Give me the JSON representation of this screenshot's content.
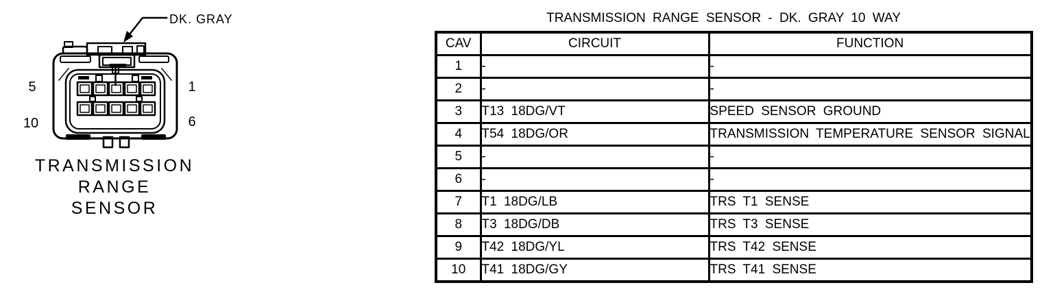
{
  "connector": {
    "color_label": "DK. GRAY",
    "pin_labels": {
      "top_left": "5",
      "top_right": "1",
      "bottom_left": "10",
      "bottom_right": "6"
    },
    "caption_lines": [
      "TRANSMISSION",
      "RANGE",
      "SENSOR"
    ]
  },
  "table": {
    "title": "TRANSMISSION RANGE SENSOR - DK. GRAY 10 WAY",
    "headers": [
      "CAV",
      "CIRCUIT",
      "FUNCTION"
    ],
    "rows": [
      {
        "cav": "1",
        "circuit": "-",
        "function": "-"
      },
      {
        "cav": "2",
        "circuit": "-",
        "function": "-"
      },
      {
        "cav": "3",
        "circuit": "T13 18DG/VT",
        "function": "SPEED SENSOR GROUND"
      },
      {
        "cav": "4",
        "circuit": "T54 18DG/OR",
        "function": "TRANSMISSION TEMPERATURE SENSOR SIGNAL"
      },
      {
        "cav": "5",
        "circuit": "-",
        "function": "-"
      },
      {
        "cav": "6",
        "circuit": "-",
        "function": "-"
      },
      {
        "cav": "7",
        "circuit": "T1 18DG/LB",
        "function": "TRS T1 SENSE"
      },
      {
        "cav": "8",
        "circuit": "T3 18DG/DB",
        "function": "TRS T3 SENSE"
      },
      {
        "cav": "9",
        "circuit": "T42 18DG/YL",
        "function": "TRS T42 SENSE"
      },
      {
        "cav": "10",
        "circuit": "T41 18DG/GY",
        "function": "TRS T41 SENSE"
      }
    ]
  },
  "colors": {
    "ink": "#000000",
    "background": "#ffffff"
  }
}
